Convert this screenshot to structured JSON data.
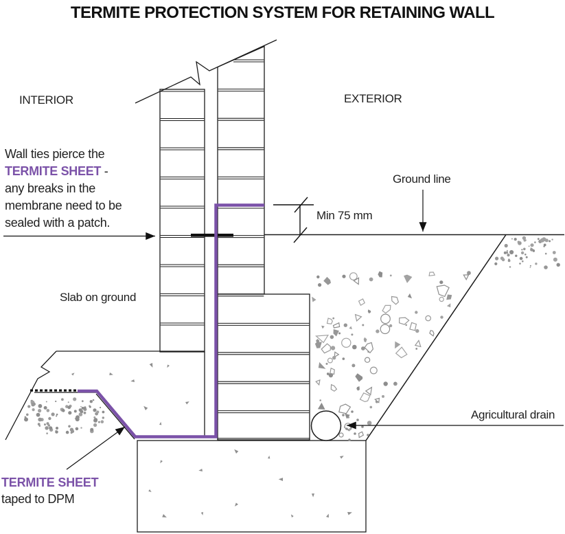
{
  "title": "TERMITE PROTECTION SYSTEM FOR RETAINING WALL",
  "labels": {
    "interior": "INTERIOR",
    "exterior": "EXTERIOR",
    "ground_line": "Ground line",
    "min_dimension": "Min 75 mm",
    "slab_on_ground": "Slab on ground",
    "agricultural_drain": "Agricultural drain"
  },
  "interior_note": {
    "line1": "Wall ties pierce the",
    "highlight": "TERMITE SHEET",
    "dash": " -",
    "line3": "any breaks in the",
    "line4": "membrane need to be",
    "line5": "sealed with a patch."
  },
  "sheet_label": {
    "title": "TERMITE SHEET",
    "subtitle": "taped to DPM"
  },
  "colors": {
    "termite_sheet": "#7b52a8",
    "line": "#1b1b1b",
    "aggregate": "#919191"
  }
}
